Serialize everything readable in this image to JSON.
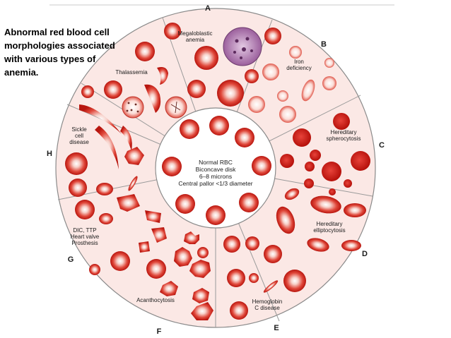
{
  "caption": "Abnormal red blood cell morphologies associated with various types of anemia.",
  "center": {
    "lines": [
      "Normal RBC",
      "Biconcave disk",
      "6–8 microns",
      "Central pallor <1/3 diameter"
    ]
  },
  "letters": {
    "A": "A",
    "B": "B",
    "C": "C",
    "D": "D",
    "E": "E",
    "F": "F",
    "G": "G",
    "H": "H"
  },
  "sectors": {
    "megaloblastic": [
      "Megaloblastic",
      "anemia"
    ],
    "iron": [
      "Iron",
      "deficiency"
    ],
    "spherocytosis": [
      "Hereditary",
      "spherocytosis"
    ],
    "elliptocytosis": [
      "Hereditary",
      "elliptocytosis"
    ],
    "hemoglobin_c": [
      "Hemoglobin",
      "C disease"
    ],
    "acanthocytosis": [
      "Acanthocytosis"
    ],
    "dic": [
      "DIC, TTP",
      "Heart valve",
      "Prosthesis"
    ],
    "sickle": [
      "Sickle",
      "cell",
      "disease"
    ],
    "thalassemia": [
      "Thalassemia"
    ]
  },
  "colors": {
    "wheel_bg": "#fbe7e4",
    "cell_red": "#d9241c",
    "cell_light": "#f6c9c2",
    "outline": "#8a8a8a"
  }
}
